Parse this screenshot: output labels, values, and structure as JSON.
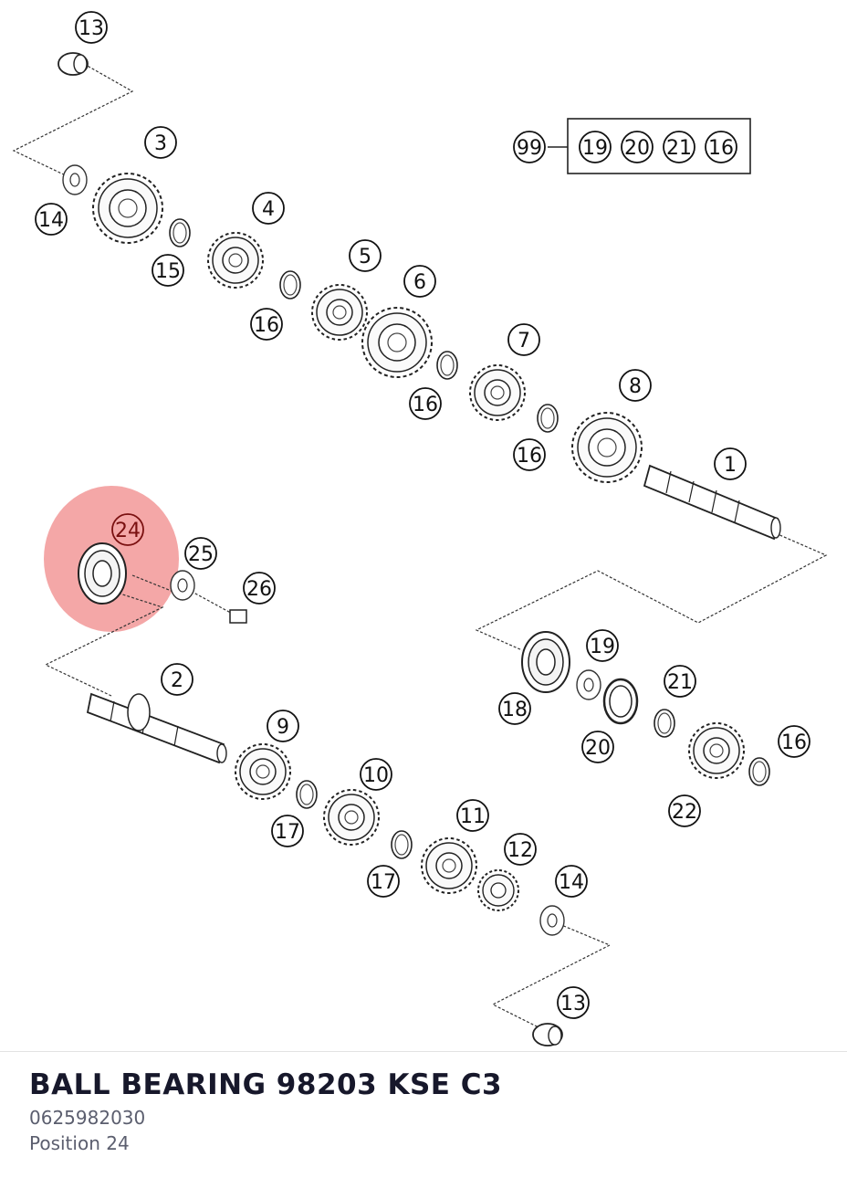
{
  "part": {
    "title": "BALL BEARING 98203 KSE C3",
    "number": "0625982030",
    "position": "Position 24"
  },
  "kit": {
    "label": "99",
    "items": [
      "19",
      "20",
      "21",
      "16"
    ]
  },
  "callouts": [
    "13",
    "3",
    "14",
    "15",
    "4",
    "16",
    "5",
    "6",
    "16",
    "7",
    "16",
    "8",
    "1",
    "24",
    "25",
    "26",
    "2",
    "9",
    "17",
    "10",
    "17",
    "11",
    "12",
    "14",
    "13",
    "19",
    "18",
    "20",
    "21",
    "16",
    "22"
  ],
  "highlight": {
    "callout": "24",
    "color": "#f08a8a"
  }
}
